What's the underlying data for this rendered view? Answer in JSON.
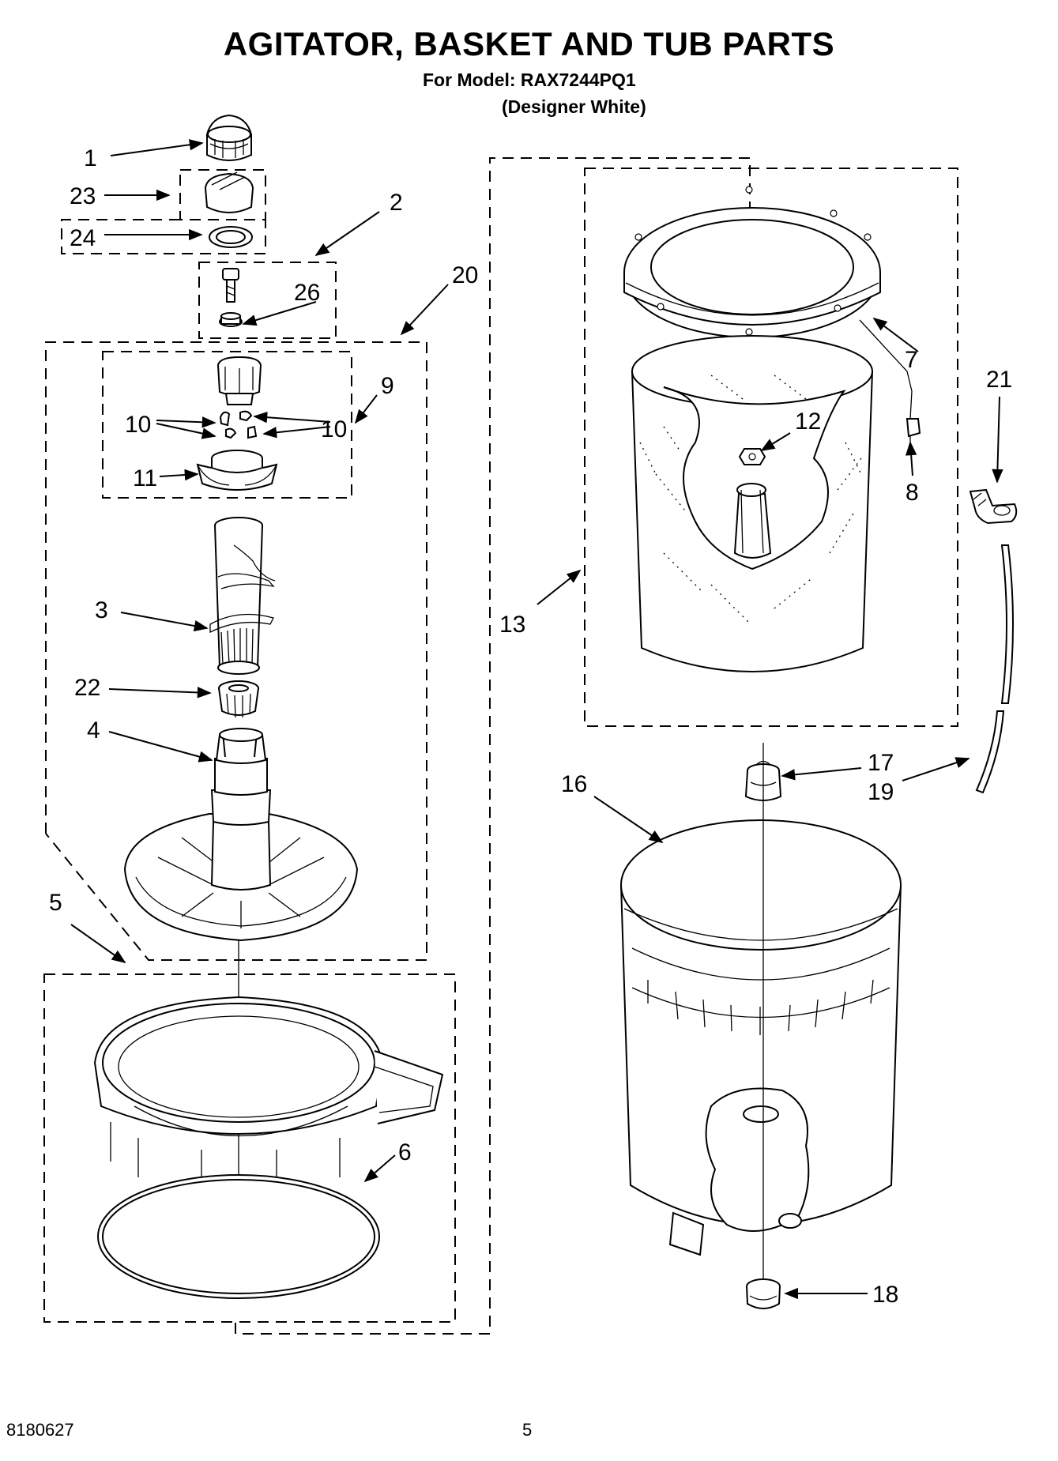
{
  "header": {
    "title": "AGITATOR, BASKET AND TUB PARTS",
    "model_line": "For Model: RAX7244PQ1",
    "color_line": "(Designer White)"
  },
  "callouts": {
    "c1": "1",
    "c2": "2",
    "c3": "3",
    "c4": "4",
    "c5": "5",
    "c6": "6",
    "c7": "7",
    "c8": "8",
    "c9": "9",
    "c10a": "10",
    "c10b": "10",
    "c11": "11",
    "c12": "12",
    "c13": "13",
    "c16": "16",
    "c17": "17",
    "c18": "18",
    "c19": "19",
    "c20": "20",
    "c21": "21",
    "c22": "22",
    "c23": "23",
    "c24": "24",
    "c26": "26"
  },
  "footer": {
    "doc_number": "8180627",
    "page_number": "5"
  }
}
